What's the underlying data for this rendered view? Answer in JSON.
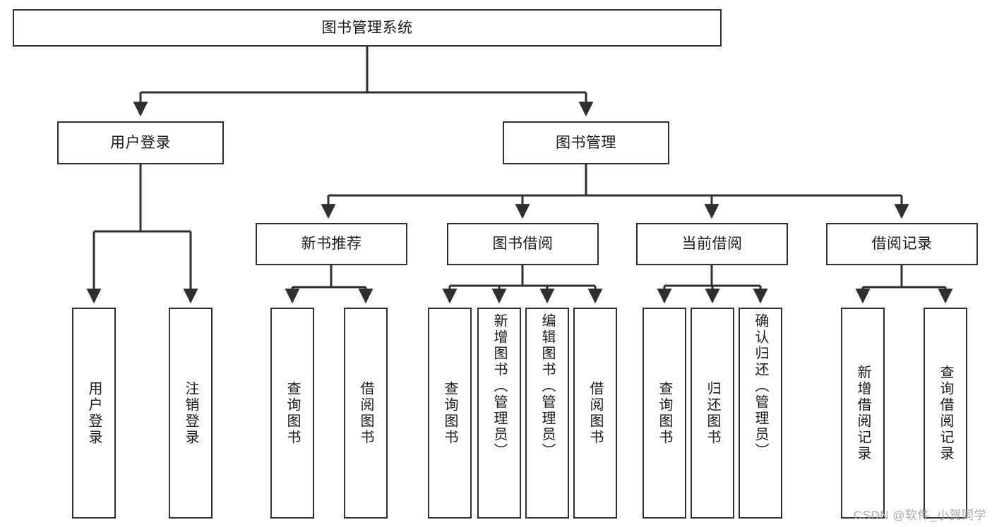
{
  "diagram": {
    "type": "tree-hierarchy",
    "title": "图书管理系统",
    "watermark": "CSDN @软件_小贺同学",
    "colors": {
      "border": "#2f2f2f",
      "background": "#ffffff",
      "text": "#1a1a1a",
      "edge": "#2f2f2f",
      "watermark": "#a9a9a9"
    },
    "nodes": {
      "root": {
        "label": "图书管理系统",
        "level": 0
      },
      "level1": [
        {
          "id": "user-login",
          "label": "用户登录"
        },
        {
          "id": "book-management",
          "label": "图书管理"
        }
      ],
      "level2": [
        {
          "id": "new-book-recommend",
          "label": "新书推荐",
          "parent": "book-management"
        },
        {
          "id": "book-borrow",
          "label": "图书借阅",
          "parent": "book-management"
        },
        {
          "id": "current-borrow",
          "label": "当前借阅",
          "parent": "book-management"
        },
        {
          "id": "borrow-record",
          "label": "借阅记录",
          "parent": "book-management"
        }
      ],
      "leaves": [
        {
          "id": "leaf-user-login",
          "label": "用户登录",
          "parent": "user-login"
        },
        {
          "id": "leaf-logout-login",
          "label": "注销登录",
          "parent": "user-login"
        },
        {
          "id": "leaf-query-book-1",
          "label": "查询图书",
          "parent": "new-book-recommend"
        },
        {
          "id": "leaf-borrow-book-1",
          "label": "借阅图书",
          "parent": "new-book-recommend"
        },
        {
          "id": "leaf-query-book-2",
          "label": "查询图书",
          "parent": "book-borrow"
        },
        {
          "id": "leaf-add-book",
          "label": "新增图书（管理员）",
          "parent": "book-borrow"
        },
        {
          "id": "leaf-edit-book",
          "label": "编辑图书（管理员）",
          "parent": "book-borrow"
        },
        {
          "id": "leaf-borrow-book-2",
          "label": "借阅图书",
          "parent": "book-borrow"
        },
        {
          "id": "leaf-query-book-3",
          "label": "查询图书",
          "parent": "current-borrow"
        },
        {
          "id": "leaf-return-book",
          "label": "归还图书",
          "parent": "current-borrow"
        },
        {
          "id": "leaf-confirm-return",
          "label": "确认归还（管理员）",
          "parent": "current-borrow"
        },
        {
          "id": "leaf-add-record",
          "label": "新增借阅记录",
          "parent": "borrow-record"
        },
        {
          "id": "leaf-query-record",
          "label": "查询借阅记录",
          "parent": "borrow-record"
        }
      ]
    }
  }
}
